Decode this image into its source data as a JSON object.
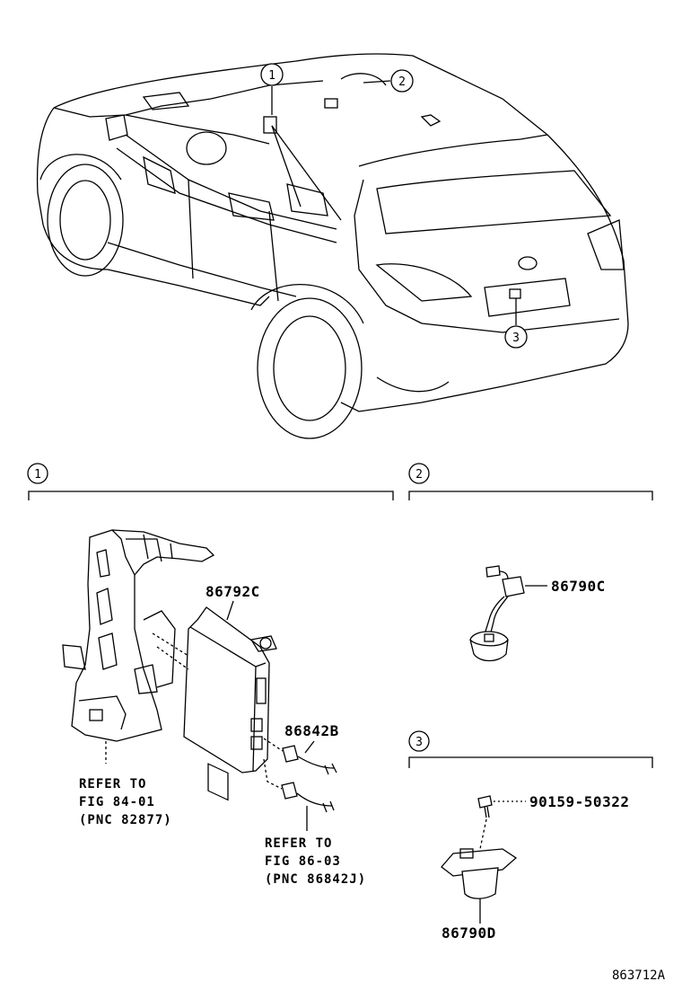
{
  "callouts": [
    "1",
    "2",
    "3"
  ],
  "parts": {
    "p1": "86792C",
    "p2": "86842B",
    "p3": "86790C",
    "p4": "90159-50322",
    "p5": "86790D"
  },
  "refer1": [
    "REFER TO",
    "FIG 84-01",
    "(PNC 82877)"
  ],
  "refer2": [
    "REFER TO",
    "FIG 86-03",
    "(PNC 86842J)"
  ],
  "figure_id": "863712A"
}
